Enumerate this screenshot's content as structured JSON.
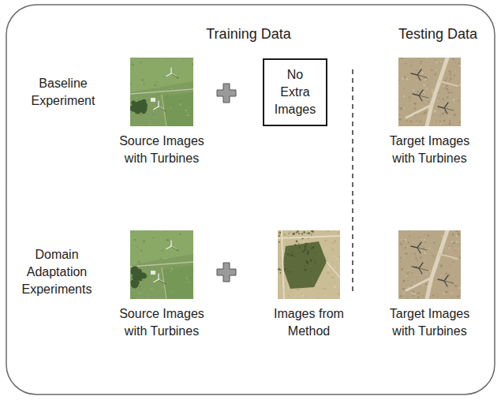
{
  "diagram": {
    "nodes": [
      {
        "text": [
          "Source Images with Turbines"
        ]
      },
      {
        "text": [
          "No Extra Images"
        ]
      },
      {
        "text": [
          "Target Images with Turbines"
        ]
      },
      {
        "text": [
          "Source Images with Turbines"
        ]
      },
      {
        "text": [
          "Images from Method"
        ]
      },
      {
        "text": [
          "Target Images with Turbines"
        ]
      }
    ],
    "labels": [
      "Training Data",
      "Testing Data",
      "Baseline Experiment",
      "Domain Adaptation Experiments"
    ]
  }
}
